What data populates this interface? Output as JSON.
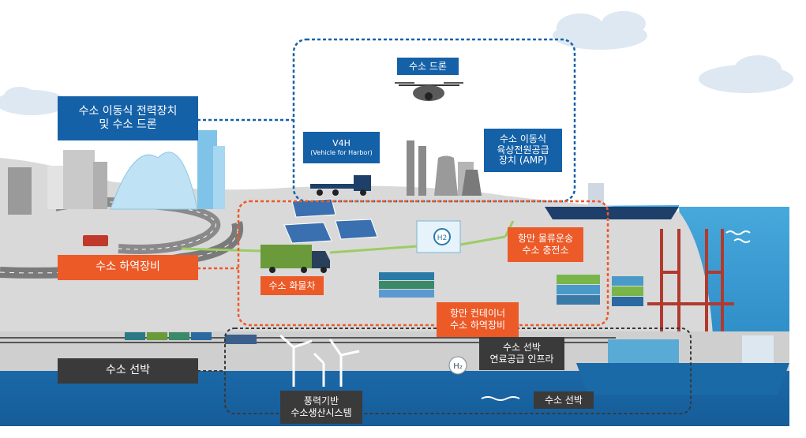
{
  "labels": {
    "drone_top": "수소 드론",
    "mobile_power": {
      "line1": "수소 이동식 전력장치",
      "line2": "및 수소 드론"
    },
    "v4h": {
      "line1": "V4H",
      "line2": "(Vehicle for Harbor)"
    },
    "amp": {
      "line1": "수소 이동식",
      "line2": "육상전원공급",
      "line3": "장치 (AMP)"
    },
    "port_charging": {
      "line1": "항만 물류운송",
      "line2": "수소 충전소"
    },
    "cargo_handling_left": "수소 하역장비",
    "hydrogen_truck": "수소 화물차",
    "container_handling": {
      "line1": "항만 컨테이너",
      "line2": "수소 하역장비"
    },
    "ship_fuel_infra": {
      "line1": "수소 선박",
      "line2": "연료공급 인프라"
    },
    "hydrogen_ship_left": "수소 선박",
    "wind_power": {
      "line1": "풍력기반",
      "line2": "수소생산시스템"
    },
    "hydrogen_ship_bottom": "수소 선박",
    "h2_tank": "H2",
    "h2_symbol": "H₂"
  },
  "colors": {
    "blue": "#1561a8",
    "orange": "#ec5a28",
    "dark": "#3a3a3a",
    "sea": "#2a8ecb",
    "land": "#d8d8d8"
  }
}
